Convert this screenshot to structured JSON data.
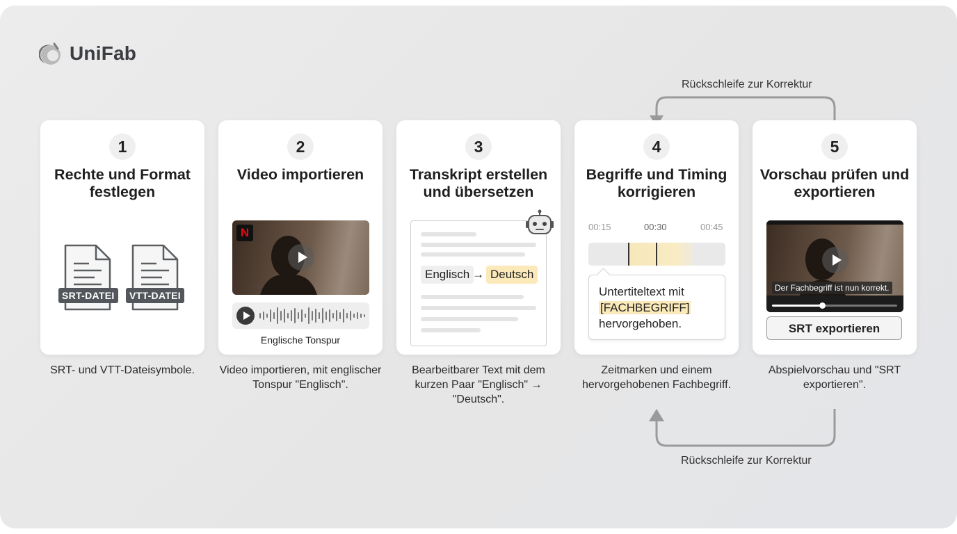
{
  "brand": {
    "name": "UniFab"
  },
  "loop_labels": {
    "top": "Rückschleife zur Korrektur",
    "bottom": "Rückschleife zur Korrektur"
  },
  "steps": [
    {
      "number": "1",
      "title": "Rechte und Format festlegen",
      "caption": "SRT- und VTT-Dateisymbole.",
      "files": [
        "SRT-DATEI",
        "VTT-DATEI"
      ]
    },
    {
      "number": "2",
      "title": "Video importieren",
      "caption": "Video importieren, mit englischer Tonspur \"Englisch\".",
      "audio_label": "Englische Tonspur",
      "badge_icon": "netflix-icon"
    },
    {
      "number": "3",
      "title": "Transkript erstellen und übersetzen",
      "caption": "Bearbeitbarer Text mit dem kurzen Paar \"Englisch\" → \"Deutsch\".",
      "source_lang": "Englisch",
      "arrow": "→",
      "target_lang": "Deutsch"
    },
    {
      "number": "4",
      "title": "Begriffe und Timing korrigieren",
      "caption": "Zeitmarken und einem hervorgehobenen Fachbegriff.",
      "ticks": [
        "00:15",
        "00:30",
        "00:45"
      ],
      "subtitle_before": "Untertiteltext mit",
      "term": "[FACHBEGRIFF]",
      "subtitle_after": "hervorgehoben."
    },
    {
      "number": "5",
      "title": "Vorschau prüfen und exportieren",
      "caption": "Abspielvorschau und \"SRT exportieren\".",
      "preview_subtitle": "Der Fachbegriff ist nun korrekt.",
      "progress": 0.4,
      "export_button": "SRT exportieren"
    }
  ]
}
